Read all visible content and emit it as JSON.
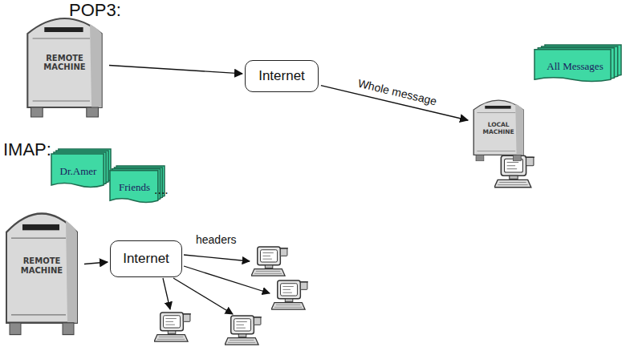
{
  "diagram": {
    "nodes": [
      {
        "text": [
          "REMOTE MACHINE"
        ]
      },
      {
        "text": [
          "Internet"
        ]
      },
      {
        "text": [
          "All Messages"
        ]
      },
      {
        "text": [
          "LOCAL MACHINE"
        ]
      },
      {
        "text": [
          "Dr.Amer"
        ]
      },
      {
        "text": [
          "Friends"
        ]
      },
      {
        "text": [
          "REMOTE MACHINE"
        ]
      },
      {
        "text": [
          "Internet"
        ]
      }
    ],
    "edges": [
      {
        "from": 0,
        "to": 1,
        "arrow": "to"
      },
      {
        "from": 1,
        "to": 3,
        "label": "Whole message",
        "arrow": "to"
      },
      {
        "from": 6,
        "to": 7,
        "arrow": "to"
      }
    ],
    "labels": [
      "POP3:",
      "IMAP:",
      "....",
      "headers"
    ]
  }
}
